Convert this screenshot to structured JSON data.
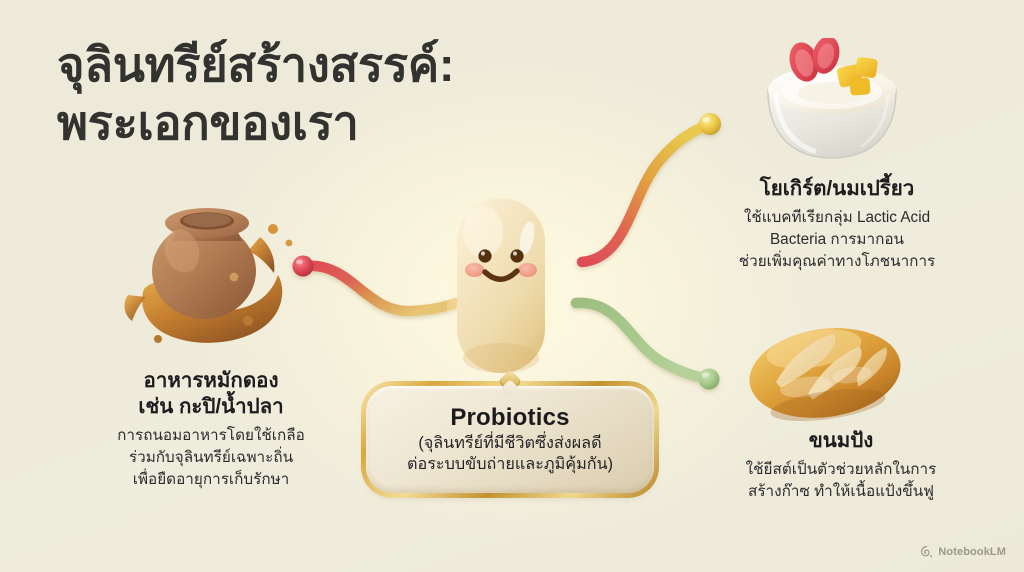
{
  "title": "จุลินทรีย์สร้างสรรค์:\nพระเอกของเรา",
  "center": {
    "name": "Probiotics",
    "description": "(จุลินทรีย์ที่มีชีวิตซึ่งส่งผลดี\nต่อระบบขับถ่ายและภูมิคุ้มกัน)",
    "character": "smiling-capsule-mascot"
  },
  "branches": [
    {
      "id": "fermented",
      "heading": "อาหารหมักดอง\nเช่น กะปิ/น้ำปลา",
      "body": "การถนอมอาหารโดยใช้เกลือ\nร่วมกับจุลินทรีย์เฉพาะถิ่น\nเพื่อยืดอายุการเก็บรักษา",
      "illustration": "clay-pot-with-sauce-splash",
      "connector_color_start": "#e2505c",
      "connector_color_end": "#e2b764"
    },
    {
      "id": "yogurt",
      "heading": "โยเกิร์ต/นมเปรี้ยว",
      "body": "ใช้แบคทีเรียกลุ่ม Lactic Acid\nBacteria การมากอน\nช่วยเพิ่มคุณค่าทางโภชนาการ",
      "illustration": "yogurt-bowl-with-strawberry-and-mango",
      "connector_color_start": "#e2505c",
      "connector_color_end": "#e8c84e"
    },
    {
      "id": "bread",
      "heading": "ขนมปัง",
      "body": "ใช้ยีสต์เป็นตัวช่วยหลักในการ\nสร้างก๊าซ ทำให้เนื้อแป้งขึ้นฟู",
      "illustration": "rustic-bread-loaf",
      "connector_color_start": "#a9c78c",
      "connector_color_end": "#b4cf97"
    }
  ],
  "watermark": {
    "label": "NotebookLM",
    "icon": "notebooklm-spiral-icon"
  },
  "colors": {
    "background": "#ecead9",
    "title_text": "#32322e",
    "body_text": "#2b2b2e",
    "box_gold": "#c9982f",
    "capsule_body": "#f0dfb5",
    "capsule_face": "#5a3218",
    "capsule_cheek": "#f2a08c"
  }
}
